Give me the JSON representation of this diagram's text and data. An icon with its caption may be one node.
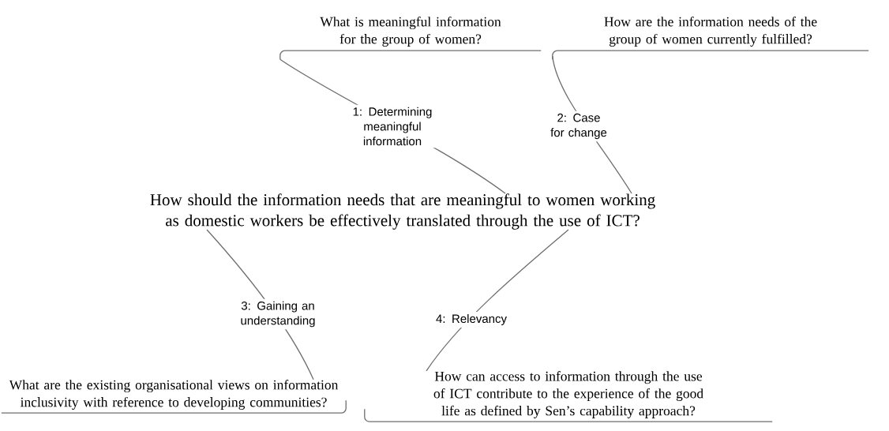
{
  "diagram": {
    "nodes": [
      {
        "text": [
          "How should the information needs that are meaningful to women working as domestic workers be effectively translated through the use of ICT?"
        ]
      },
      {
        "text": [
          "What is meaningful information for the group of women?"
        ]
      },
      {
        "text": [
          "How are the information needs of the group of women currently fulfilled?"
        ]
      },
      {
        "text": [
          "What are the existing organisational views on information inclusivity with reference to developing communities?"
        ]
      },
      {
        "text": [
          "How can access to information through the use of ICT contribute to the experience of the good life as defined by Sen’s capability approach?"
        ]
      }
    ],
    "edges": [
      {
        "from": 0,
        "to": 1,
        "arrow": "none",
        "label": "1: Determining meaningful information"
      },
      {
        "from": 0,
        "to": 2,
        "arrow": "none",
        "label": "2: Case for change"
      },
      {
        "from": 0,
        "to": 3,
        "arrow": "none",
        "label": "3: Gaining an understanding"
      },
      {
        "from": 0,
        "to": 4,
        "arrow": "none",
        "label": "4: Relevancy"
      }
    ]
  }
}
